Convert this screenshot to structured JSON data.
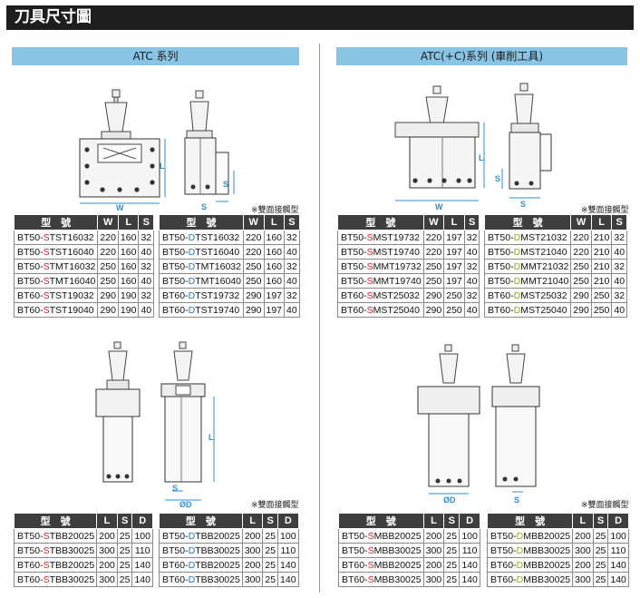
{
  "page_title": "刀具尺寸圖",
  "sections": {
    "left": {
      "title": "ATC 系列"
    },
    "right": {
      "title": "ATC(+C)系列 (車削工具)"
    }
  },
  "note": "※雙面接觸型",
  "dims": {
    "W": "W",
    "L": "L",
    "S": "S",
    "D": "ØD"
  },
  "colors": {
    "header_bar": "#1e1e1e",
    "section_bg": "#8ac4e4",
    "table_head": "#3e3e3e",
    "st": "#e0191c",
    "dt": "#1e78d6",
    "sm": "#cc2aa3",
    "dm": "#8bb814"
  },
  "tables": {
    "t1": {
      "headers": [
        "型　號",
        "W",
        "L",
        "S"
      ],
      "rows": [
        {
          "pre": "BT50-",
          "hl": "S",
          "mid": "T",
          "post": "ST16032",
          "v": [
            "220",
            "160",
            "32"
          ]
        },
        {
          "pre": "BT50-",
          "hl": "S",
          "mid": "T",
          "post": "ST16040",
          "v": [
            "220",
            "160",
            "40"
          ]
        },
        {
          "pre": "BT50-",
          "hl": "S",
          "mid": "T",
          "post": "MT16032",
          "v": [
            "250",
            "160",
            "32"
          ]
        },
        {
          "pre": "BT50-",
          "hl": "S",
          "mid": "T",
          "post": "MT16040",
          "v": [
            "250",
            "160",
            "40"
          ]
        },
        {
          "pre": "BT60-",
          "hl": "S",
          "mid": "T",
          "post": "ST19032",
          "v": [
            "290",
            "190",
            "32"
          ]
        },
        {
          "pre": "BT60-",
          "hl": "S",
          "mid": "T",
          "post": "ST19040",
          "v": [
            "290",
            "190",
            "40"
          ]
        }
      ]
    },
    "t2": {
      "headers": [
        "型　號",
        "W",
        "L",
        "S"
      ],
      "rows": [
        {
          "pre": "BT50-",
          "hl": "D",
          "mid": "T",
          "post": "ST16032",
          "v": [
            "220",
            "160",
            "32"
          ]
        },
        {
          "pre": "BT50-",
          "hl": "D",
          "mid": "T",
          "post": "ST16040",
          "v": [
            "220",
            "160",
            "40"
          ]
        },
        {
          "pre": "BT50-",
          "hl": "D",
          "mid": "T",
          "post": "MT16032",
          "v": [
            "250",
            "160",
            "32"
          ]
        },
        {
          "pre": "BT50-",
          "hl": "D",
          "mid": "T",
          "post": "MT16040",
          "v": [
            "250",
            "160",
            "40"
          ]
        },
        {
          "pre": "BT60-",
          "hl": "D",
          "mid": "T",
          "post": "ST19732",
          "v": [
            "290",
            "197",
            "32"
          ]
        },
        {
          "pre": "BT60-",
          "hl": "D",
          "mid": "T",
          "post": "ST19740",
          "v": [
            "290",
            "197",
            "40"
          ]
        }
      ]
    },
    "t3": {
      "headers": [
        "型　號",
        "W",
        "L",
        "S"
      ],
      "rows": [
        {
          "pre": "BT50-",
          "hl": "S",
          "mid": "M",
          "post": "ST19732",
          "v": [
            "220",
            "197",
            "32"
          ]
        },
        {
          "pre": "BT50-",
          "hl": "S",
          "mid": "M",
          "post": "ST19740",
          "v": [
            "220",
            "197",
            "40"
          ]
        },
        {
          "pre": "BT50-",
          "hl": "S",
          "mid": "M",
          "post": "MT19732",
          "v": [
            "250",
            "197",
            "32"
          ]
        },
        {
          "pre": "BT50-",
          "hl": "S",
          "mid": "M",
          "post": "MT19740",
          "v": [
            "250",
            "197",
            "40"
          ]
        },
        {
          "pre": "BT60-",
          "hl": "S",
          "mid": "M",
          "post": "ST25032",
          "v": [
            "290",
            "250",
            "32"
          ]
        },
        {
          "pre": "BT60-",
          "hl": "S",
          "mid": "M",
          "post": "ST25040",
          "v": [
            "290",
            "250",
            "40"
          ]
        }
      ]
    },
    "t4": {
      "headers": [
        "型　號",
        "W",
        "L",
        "S"
      ],
      "rows": [
        {
          "pre": "BT50-",
          "hl": "D",
          "mid": "M",
          "post": "ST21032",
          "v": [
            "220",
            "210",
            "32"
          ]
        },
        {
          "pre": "BT50-",
          "hl": "D",
          "mid": "M",
          "post": "ST21040",
          "v": [
            "220",
            "210",
            "40"
          ]
        },
        {
          "pre": "BT50-",
          "hl": "D",
          "mid": "M",
          "post": "MT21032",
          "v": [
            "250",
            "210",
            "32"
          ]
        },
        {
          "pre": "BT50-",
          "hl": "D",
          "mid": "M",
          "post": "MT21040",
          "v": [
            "250",
            "210",
            "40"
          ]
        },
        {
          "pre": "BT60-",
          "hl": "D",
          "mid": "M",
          "post": "ST25032",
          "v": [
            "290",
            "250",
            "32"
          ]
        },
        {
          "pre": "BT60-",
          "hl": "D",
          "mid": "M",
          "post": "ST25040",
          "v": [
            "290",
            "250",
            "40"
          ]
        }
      ]
    },
    "t5": {
      "headers": [
        "型　號",
        "L",
        "S",
        "D"
      ],
      "rows": [
        {
          "pre": "BT50-",
          "hl": "S",
          "mid": "T",
          "post": "BB20025",
          "v": [
            "200",
            "25",
            "100"
          ]
        },
        {
          "pre": "BT50-",
          "hl": "S",
          "mid": "T",
          "post": "BB30025",
          "v": [
            "300",
            "25",
            "110"
          ]
        },
        {
          "pre": "BT60-",
          "hl": "S",
          "mid": "T",
          "post": "BB20025",
          "v": [
            "200",
            "25",
            "140"
          ]
        },
        {
          "pre": "BT60-",
          "hl": "S",
          "mid": "T",
          "post": "BB30025",
          "v": [
            "300",
            "25",
            "140"
          ]
        }
      ]
    },
    "t6": {
      "headers": [
        "型　號",
        "L",
        "S",
        "D"
      ],
      "rows": [
        {
          "pre": "BT50-",
          "hl": "D",
          "mid": "T",
          "post": "BB20025",
          "v": [
            "200",
            "25",
            "100"
          ]
        },
        {
          "pre": "BT50-",
          "hl": "D",
          "mid": "T",
          "post": "BB30025",
          "v": [
            "300",
            "25",
            "110"
          ]
        },
        {
          "pre": "BT60-",
          "hl": "D",
          "mid": "T",
          "post": "BB20025",
          "v": [
            "200",
            "25",
            "140"
          ]
        },
        {
          "pre": "BT60-",
          "hl": "D",
          "mid": "T",
          "post": "BB30025",
          "v": [
            "300",
            "25",
            "140"
          ]
        }
      ]
    },
    "t7": {
      "headers": [
        "型　號",
        "L",
        "S",
        "D"
      ],
      "rows": [
        {
          "pre": "BT50-",
          "hl": "S",
          "mid": "M",
          "post": "BB20025",
          "v": [
            "200",
            "25",
            "100"
          ]
        },
        {
          "pre": "BT50-",
          "hl": "S",
          "mid": "M",
          "post": "BB30025",
          "v": [
            "300",
            "25",
            "110"
          ]
        },
        {
          "pre": "BT60-",
          "hl": "S",
          "mid": "M",
          "post": "BB20025",
          "v": [
            "200",
            "25",
            "140"
          ]
        },
        {
          "pre": "BT60-",
          "hl": "S",
          "mid": "M",
          "post": "BB30025",
          "v": [
            "300",
            "25",
            "140"
          ]
        }
      ]
    },
    "t8": {
      "headers": [
        "型　號",
        "L",
        "S",
        "D"
      ],
      "rows": [
        {
          "pre": "BT50-",
          "hl": "D",
          "mid": "M",
          "post": "BB20025",
          "v": [
            "200",
            "25",
            "100"
          ]
        },
        {
          "pre": "BT50-",
          "hl": "D",
          "mid": "M",
          "post": "BB30025",
          "v": [
            "300",
            "25",
            "110"
          ]
        },
        {
          "pre": "BT60-",
          "hl": "D",
          "mid": "M",
          "post": "BB20025",
          "v": [
            "200",
            "25",
            "140"
          ]
        },
        {
          "pre": "BT60-",
          "hl": "D",
          "mid": "M",
          "post": "BB30025",
          "v": [
            "300",
            "25",
            "140"
          ]
        }
      ]
    }
  }
}
